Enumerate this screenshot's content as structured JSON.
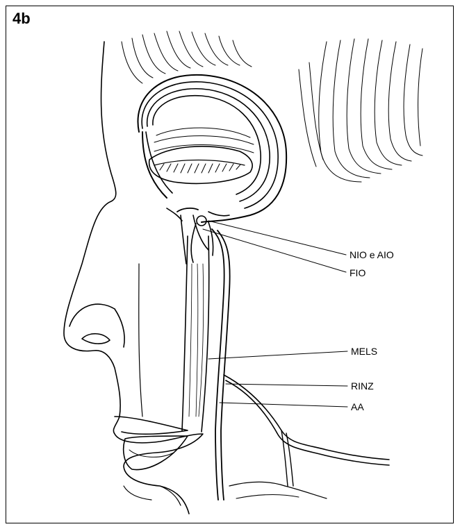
{
  "figure": {
    "label": "4b",
    "labels": {
      "nio_aio": "NIO e AIO",
      "fio": "FIO",
      "mels": "MELS",
      "rinz": "RINZ",
      "aa": "AA"
    }
  },
  "colors": {
    "ink": "#000000",
    "background": "#ffffff"
  }
}
